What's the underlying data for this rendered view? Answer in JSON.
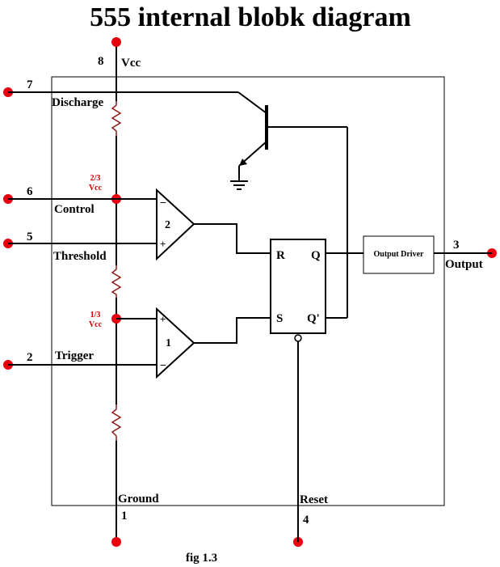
{
  "title": "555 internal blobk diagram",
  "caption": "fig 1.3",
  "pins": {
    "vcc": {
      "number": "8",
      "label": "Vcc"
    },
    "discharge": {
      "number": "7",
      "label": "Discharge"
    },
    "control": {
      "number": "6",
      "label": "Control"
    },
    "threshold": {
      "number": "5",
      "label": "Threshold"
    },
    "trigger": {
      "number": "2",
      "label": "Trigger"
    },
    "ground": {
      "number": "1",
      "label": "Ground"
    },
    "reset": {
      "number": "4",
      "label": "Reset"
    },
    "output": {
      "number": "3",
      "label": "Output"
    }
  },
  "divider": {
    "two_thirds": {
      "fraction": "2/3",
      "unit": "Vcc"
    },
    "one_third": {
      "fraction": "1/3",
      "unit": "Vcc"
    }
  },
  "comparator_upper": {
    "number": "2",
    "minus": "−",
    "plus": "+"
  },
  "comparator_lower": {
    "number": "1",
    "plus": "+",
    "minus": "−"
  },
  "flipflop": {
    "r": "R",
    "s": "S",
    "q": "Q",
    "q_bar": "Q'"
  },
  "output_driver": "Output Driver",
  "colors": {
    "terminal": "#e8000d",
    "divider_label": "#cc0000",
    "resistor": "#8b1a1a"
  }
}
